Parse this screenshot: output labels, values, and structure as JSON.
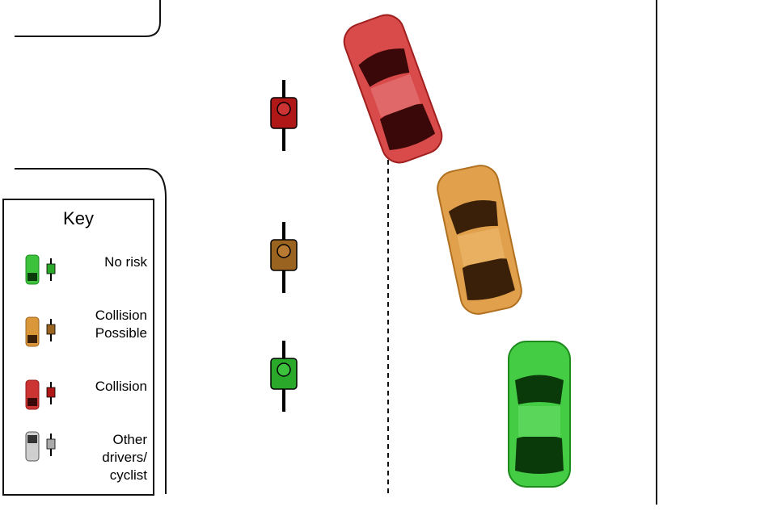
{
  "colors": {
    "no_risk": "#3cc23c",
    "collision_possible": "#d9973a",
    "collision": "#cc3333",
    "other": "#8a8a8a",
    "cyclist_no_risk": "#2aa82a",
    "cyclist_possible": "#9a6420",
    "cyclist_collision": "#b01818"
  },
  "key": {
    "title": "Key",
    "items": [
      {
        "label": "No risk",
        "status": "no_risk"
      },
      {
        "label": "Collision\nPossible",
        "status": "collision_possible"
      },
      {
        "label": "Collision",
        "status": "collision"
      },
      {
        "label": "Other\ndrivers/\ncyclist",
        "status": "other"
      }
    ]
  }
}
